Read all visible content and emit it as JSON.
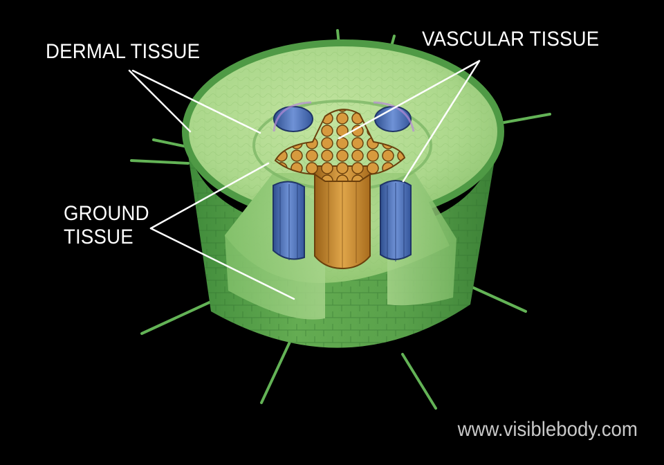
{
  "labels": {
    "dermal": "DERMAL TISSUE",
    "vascular": "VASCULAR TISSUE",
    "ground_line1": "GROUND",
    "ground_line2": "TISSUE"
  },
  "watermark": "www.visiblebody.com",
  "colors": {
    "background": "#000000",
    "epidermis": "#5fae4e",
    "cortex": "#a9d58a",
    "xylem": "#c98a2c",
    "phloem": "#4a6db3",
    "label_text": "#ffffff",
    "leader_lines": "#ffffff"
  }
}
